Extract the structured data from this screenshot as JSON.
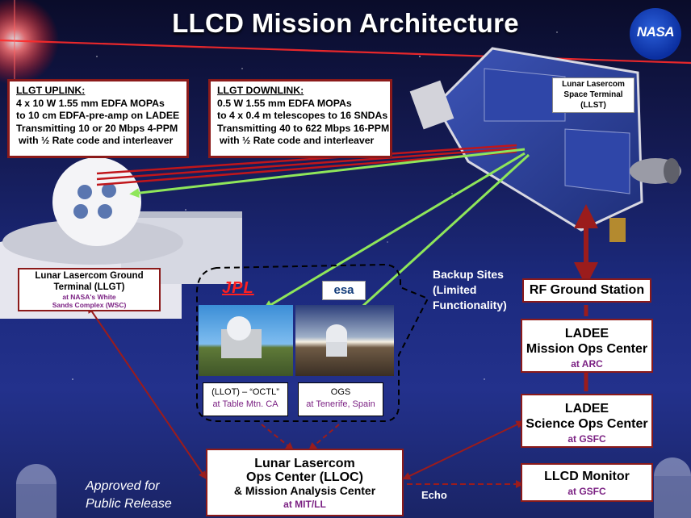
{
  "title": "LLCD Mission Architecture",
  "logo": {
    "text": "NASA",
    "color": "#0b3d91"
  },
  "uplink": {
    "heading": "LLGT UPLINK:",
    "lines": [
      "4 x 10 W 1.55 mm EDFA MOPAs",
      "to 10 cm EDFA-pre-amp on LADEE",
      "Transmitting 10 or 20 Mbps 4-PPM",
      "with ½ Rate code and interleaver"
    ]
  },
  "downlink": {
    "heading": "LLGT DOWNLINK:",
    "lines": [
      "0.5 W 1.55 mm EDFA MOPAs",
      "to 4 x 0.4 m telescopes to 16 SNDAs",
      "Transmitting 40 to 622 Mbps 16-PPM",
      "with ½ Rate code and interleaver"
    ]
  },
  "llst": {
    "lines": [
      "Lunar Lasercom",
      "Space Terminal",
      "(LLST)"
    ]
  },
  "llgt": {
    "lines": [
      "Lunar Lasercom Ground",
      "Terminal (LLGT)"
    ],
    "sub": [
      "at NASA's White",
      "Sands Complex (WSC)"
    ]
  },
  "backup": {
    "lines": [
      "Backup Sites",
      "(Limited",
      "Functionality)"
    ]
  },
  "jpl": {
    "logo": "JPL",
    "name": "(LLOT) – “OCTL”",
    "location": "at Table Mtn. CA"
  },
  "esa": {
    "logo": "esa",
    "name": "OGS",
    "location": "at Tenerife, Spain"
  },
  "rf_station": {
    "label": "RF Ground Station"
  },
  "mission_ops": {
    "lines": [
      "LADEE",
      "Mission Ops Center"
    ],
    "location": "at ARC"
  },
  "science_ops": {
    "lines": [
      "LADEE",
      "Science Ops Center"
    ],
    "location": "at GSFC"
  },
  "lloc": {
    "lines": [
      "Lunar Lasercom",
      "Ops Center (LLOC)"
    ],
    "line3": "& Mission Analysis Center",
    "location": "at MIT/LL"
  },
  "monitor": {
    "label": "LLCD Monitor",
    "location": "at GSFC"
  },
  "echo": "Echo",
  "approved": [
    "Approved for",
    "Public Release"
  ],
  "colors": {
    "link_red": "#8b1a1a",
    "laser_green": "#8fe65a",
    "accent_purple": "#7b2183"
  }
}
